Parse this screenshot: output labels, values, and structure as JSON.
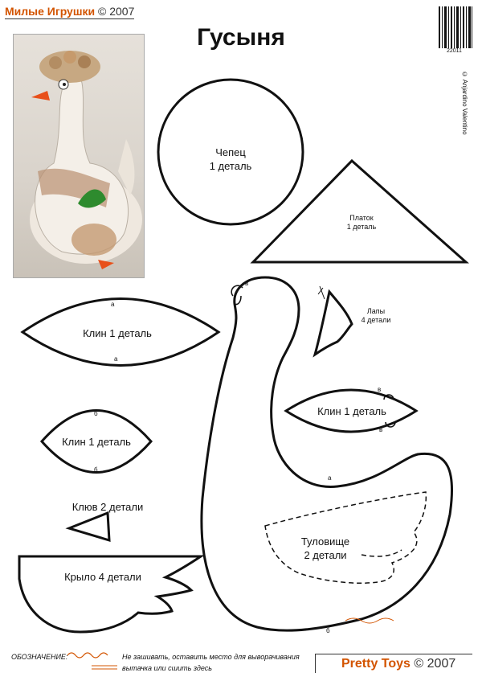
{
  "header": {
    "brand_name": "Милые Игрушки",
    "brand_year": "© 2007",
    "title": "Гусыня",
    "barcode_number": "22011",
    "credit": "© Anjardino Valentino"
  },
  "pieces": {
    "cap": {
      "name": "Чепец",
      "count": "1 деталь"
    },
    "kerchief": {
      "name": "Платок",
      "count": "1 деталь"
    },
    "feet": {
      "name": "Лапы",
      "count": "4 детали"
    },
    "wedge_large": {
      "label": "Клин 1 деталь",
      "mark_top": "а",
      "mark_bottom": "а"
    },
    "wedge_small": {
      "label": "Клин 1 деталь",
      "mark_top": "б",
      "mark_bottom": "б"
    },
    "wedge_right": {
      "label": "Клин 1 деталь",
      "mark_top": "в",
      "mark_bottom": "в"
    },
    "beak": {
      "label": "Клюв 2 детали"
    },
    "wing": {
      "label": "Крыло 4 детали"
    },
    "body": {
      "name": "Туловище",
      "count": "2 детали",
      "mark_head": "в",
      "mark_neck": "а",
      "mark_bottom": "б"
    }
  },
  "footer": {
    "legend_title": "ОБОЗНАЧЕНИЕ:",
    "legend_dashed": "Не зашивать, оставить место  для выворачивания",
    "legend_double": "вытачка или сшить здесь",
    "brand_name": "Pretty Toys",
    "brand_year": "© 2007"
  },
  "colors": {
    "brand": "#d35400",
    "line": "#111111"
  }
}
